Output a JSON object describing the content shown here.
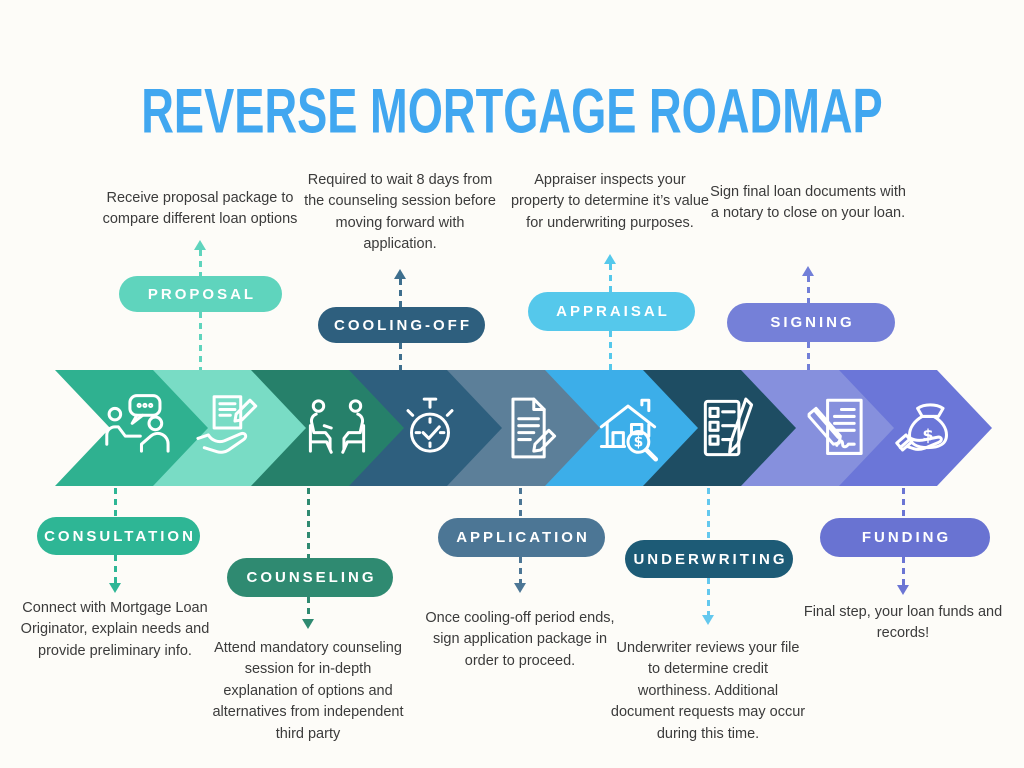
{
  "title": {
    "text": "REVERSE MORTGAGE ROADMAP",
    "color": "#41a7f0"
  },
  "canvas_color": "#fdfcf8",
  "steps": [
    {
      "id": "consultation",
      "label": "CONSULTATION",
      "position": "bottom",
      "icon": "people-talking-icon",
      "pill_color": "#2eb695",
      "chevron_color": "#2fb190",
      "line_color": "#2eb695",
      "description": "Connect with Mortgage Loan Originator, explain needs and provide preliminary info."
    },
    {
      "id": "proposal",
      "label": "PROPOSAL",
      "position": "top",
      "icon": "hand-document-icon",
      "pill_color": "#5fd4bd",
      "chevron_color": "#79dcc5",
      "line_color": "#5fd4bd",
      "description": "Receive proposal package to compare different loan options"
    },
    {
      "id": "counseling",
      "label": "COUNSELING",
      "position": "bottom",
      "icon": "seated-discussion-icon",
      "pill_color": "#2f8a71",
      "chevron_color": "#26806a",
      "line_color": "#2f8a71",
      "description": "Attend mandatory counseling session for in-depth explanation of options and alternatives from independent third party"
    },
    {
      "id": "cooling-off",
      "label": "COOLING-OFF",
      "position": "top",
      "icon": "stopwatch-icon",
      "pill_color": "#2e5f7e",
      "chevron_color": "#2e5f7e",
      "line_color": "#3e6f8e",
      "description": "Required to wait 8 days from the counseling session before moving forward with application."
    },
    {
      "id": "application",
      "label": "APPLICATION",
      "position": "bottom",
      "icon": "document-pencil-icon",
      "pill_color": "#4c7695",
      "chevron_color": "#5c7f99",
      "line_color": "#4c7695",
      "description": "Once cooling-off period ends, sign application package in order to proceed."
    },
    {
      "id": "appraisal",
      "label": "APPRAISAL",
      "position": "top",
      "icon": "house-magnifier-icon",
      "pill_color": "#55c8eb",
      "chevron_color": "#3caee9",
      "line_color": "#55c8eb",
      "description": "Appraiser inspects your property to determine it’s value for underwriting purposes."
    },
    {
      "id": "underwriting",
      "label": "UNDERWRITING",
      "position": "bottom",
      "icon": "checklist-pen-icon",
      "pill_color": "#1d5b76",
      "chevron_color": "#1e4d63",
      "line_color": "#64c8ee",
      "description": "Underwriter reviews your file to determine credit worthiness. Additional document requests may occur during this time."
    },
    {
      "id": "signing",
      "label": "SIGNING",
      "position": "top",
      "icon": "signature-pen-icon",
      "pill_color": "#7580d8",
      "chevron_color": "#8690dd",
      "line_color": "#727fd8",
      "description": "Sign final loan documents with a notary to close on your loan."
    },
    {
      "id": "funding",
      "label": "FUNDING",
      "position": "bottom",
      "icon": "money-bag-hand-icon",
      "pill_color": "#6973d2",
      "chevron_color": "#6b76d8",
      "line_color": "#6b75d4",
      "description": "Final step, your loan funds and records!"
    }
  ]
}
